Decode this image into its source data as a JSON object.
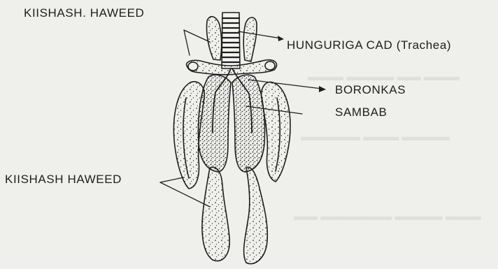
{
  "diagram": {
    "labels": {
      "top_left": "KIISHASH. HAWEED",
      "trachea": "HUNGURIGA CAD (Trachea)",
      "bronchi": "BORONKAS",
      "lungs": "SAMBAB",
      "bottom_left": "KIISHASH HAWEED"
    },
    "colors": {
      "background": "#efefec",
      "ink": "#1e1e1e"
    }
  }
}
